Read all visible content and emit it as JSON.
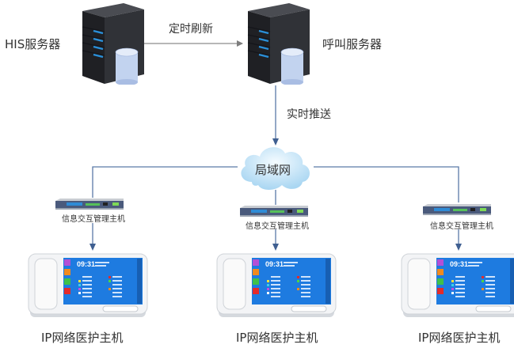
{
  "diagram": {
    "nodes": {
      "his_server": {
        "label": "HIS服务器",
        "icon": "server-tower-icon"
      },
      "call_server": {
        "label": "呼叫服务器",
        "icon": "server-tower-icon"
      },
      "lan": {
        "label": "局域网",
        "icon": "cloud-icon"
      },
      "info_hosts": [
        {
          "label": "信息交互管理主机",
          "icon": "rack-server-icon"
        },
        {
          "label": "信息交互管理主机",
          "icon": "rack-server-icon"
        },
        {
          "label": "信息交互管理主机",
          "icon": "rack-server-icon"
        }
      ],
      "nurse_hosts": [
        {
          "label": "IP网络医护主机",
          "icon": "ip-phone-terminal-icon",
          "screen_time": "09:31"
        },
        {
          "label": "IP网络医护主机",
          "icon": "ip-phone-terminal-icon",
          "screen_time": "09:31"
        },
        {
          "label": "IP网络医护主机",
          "icon": "ip-phone-terminal-icon",
          "screen_time": "09:31"
        }
      ]
    },
    "edges": [
      {
        "from": "his_server",
        "to": "call_server",
        "label": "定时刷新"
      },
      {
        "from": "call_server",
        "to": "lan",
        "label": "实时推送"
      },
      {
        "from": "lan",
        "to": "info_hosts.0",
        "label": ""
      },
      {
        "from": "lan",
        "to": "info_hosts.1",
        "label": ""
      },
      {
        "from": "lan",
        "to": "info_hosts.2",
        "label": ""
      },
      {
        "from": "info_hosts.0",
        "to": "nurse_hosts.0",
        "label": ""
      },
      {
        "from": "info_hosts.1",
        "to": "nurse_hosts.1",
        "label": ""
      },
      {
        "from": "info_hosts.2",
        "to": "nurse_hosts.2",
        "label": ""
      }
    ],
    "colors": {
      "line_gray": "#8c8c8c",
      "line_blue": "#5b7aa8",
      "server_body": "#2b2d31",
      "server_led": "#2a8fd8",
      "db_cylinder": "#c9d7f0",
      "cloud": "#cfe7f6",
      "screen": "#1e7be0"
    }
  }
}
